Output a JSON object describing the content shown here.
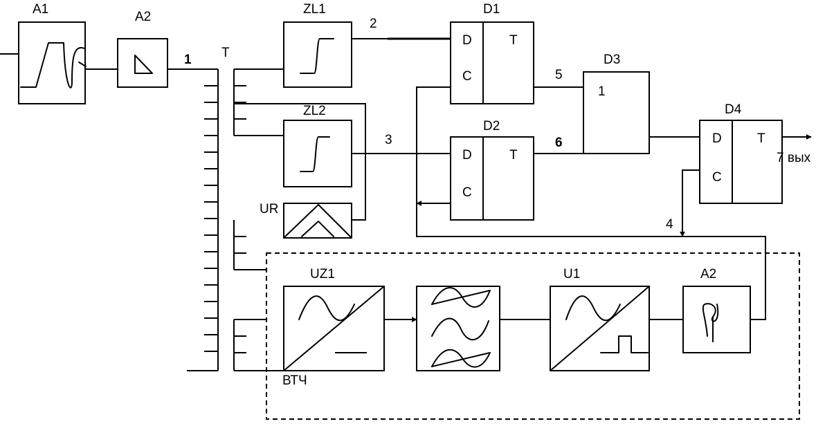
{
  "blocks": {
    "a1": "A1",
    "a2_top": "A2",
    "zl1": "ZL1",
    "zl2": "ZL2",
    "d1": {
      "title": "D1",
      "in_d": "D",
      "in_c": "C",
      "out_t": "T"
    },
    "d2": {
      "title": "D2",
      "in_d": "D",
      "in_c": "C",
      "out_t": "T"
    },
    "d3": {
      "title": "D3",
      "inner": "1"
    },
    "d4": {
      "title": "D4",
      "in_d": "D",
      "in_c": "C",
      "out_t": "T"
    },
    "ur": "UR",
    "uz1": "UZ1",
    "u1": "U1",
    "a2_bottom": "A2",
    "transformer": "T"
  },
  "nodes": {
    "n1": "1",
    "n2": "2",
    "n3": "3",
    "n4": "4",
    "n5": "5",
    "n6": "6",
    "n7": "7 вых"
  },
  "labels": {
    "vtch": "ВТЧ"
  }
}
